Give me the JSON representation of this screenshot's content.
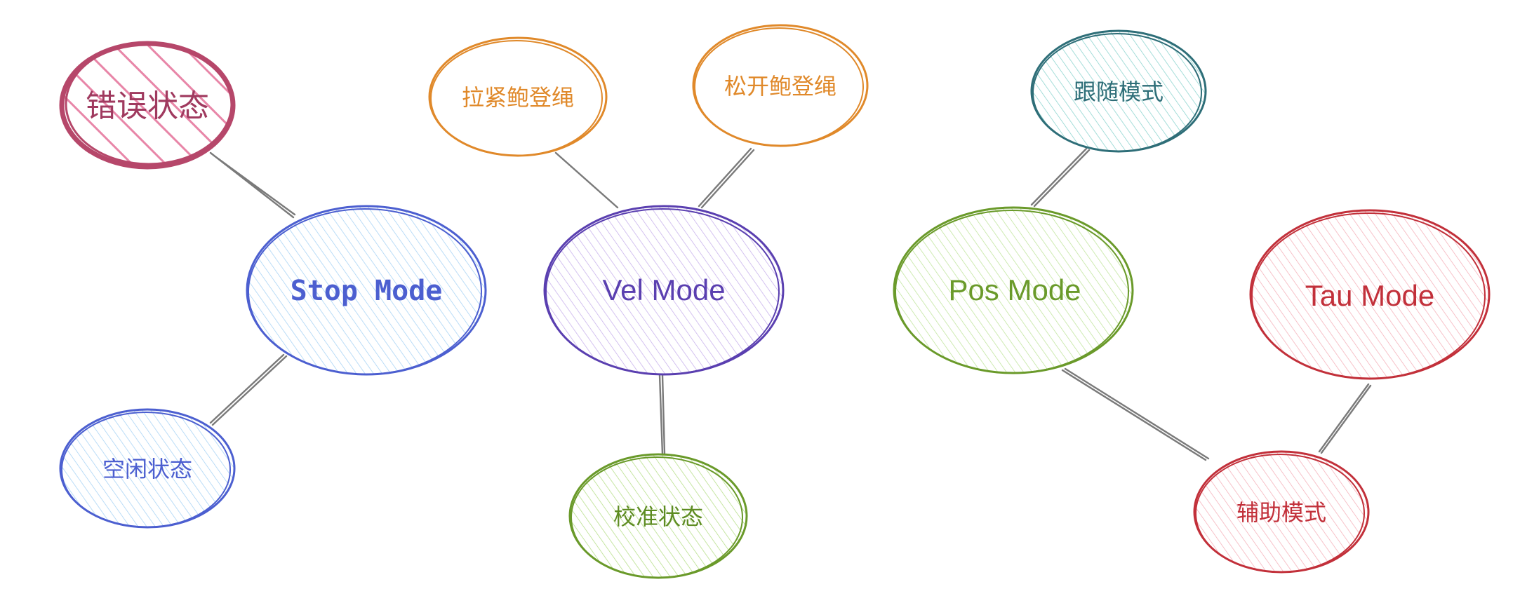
{
  "nodes": {
    "error_state": {
      "label": "错误状态",
      "stroke": "#b6476a",
      "fill": "#e886a8",
      "text": "#a03a5f"
    },
    "stop_mode": {
      "label": "Stop Mode",
      "stroke": "#4c5fd0",
      "fill": "#a9d4f5",
      "text": "#4c5fd0"
    },
    "idle_state": {
      "label": "空闲状态",
      "stroke": "#4c5fd0",
      "fill": "#a9d4f5",
      "text": "#4c5fd0"
    },
    "tighten_rope": {
      "label": "拉紧鲍登绳",
      "stroke": "#e0892a",
      "fill": "#ffffff",
      "text": "#e0892a"
    },
    "loosen_rope": {
      "label": "松开鲍登绳",
      "stroke": "#e0892a",
      "fill": "#ffffff",
      "text": "#e0892a"
    },
    "vel_mode": {
      "label": "Vel Mode",
      "stroke": "#5a3fb0",
      "fill": "#c9b3ec",
      "text": "#5a3fb0"
    },
    "calibration": {
      "label": "校准状态",
      "stroke": "#6a9a2a",
      "fill": "#b8e08c",
      "text": "#5e8c22"
    },
    "follow_mode": {
      "label": "跟随模式",
      "stroke": "#2e6e78",
      "fill": "#8fd5d0",
      "text": "#2e6e78"
    },
    "pos_mode": {
      "label": "Pos Mode",
      "stroke": "#6a9a2a",
      "fill": "#c2e6a0",
      "text": "#6a9a2a"
    },
    "tau_mode": {
      "label": "Tau Mode",
      "stroke": "#c2303a",
      "fill": "#f5b3bc",
      "text": "#c2303a"
    },
    "assist_mode": {
      "label": "辅助模式",
      "stroke": "#c2303a",
      "fill": "#f5b3bc",
      "text": "#c2303a"
    }
  },
  "edge_color": "#7a7a7a"
}
